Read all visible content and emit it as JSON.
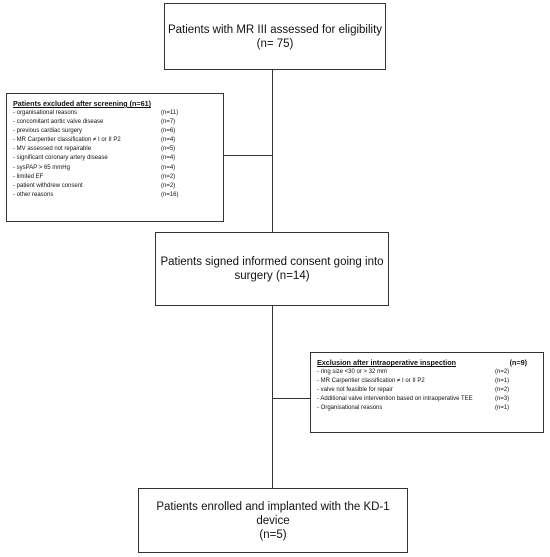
{
  "nodes": {
    "assessed": {
      "line1": "Patients with MR III assessed for eligibility",
      "line2": "(n= 75)"
    },
    "consent": {
      "line1": "Patients signed informed consent going into",
      "line2": "surgery (n=14)"
    },
    "enrolled": {
      "line1": "Patients enrolled and implanted with the KD-1 device",
      "line2": "(n=5)"
    }
  },
  "excluded_screening": {
    "title": "Patients excluded after screening (n=61)",
    "items": [
      {
        "label": "- organisational reasons",
        "count": "(n=11)"
      },
      {
        "label": "- concomitant aortic valve disease",
        "count": "(n=7)"
      },
      {
        "label": "- previous cardiac surgery",
        "count": "(n=6)"
      },
      {
        "label": "- MR Carpentier classification ≠ I or II P2",
        "count": "(n=4)"
      },
      {
        "label": "- MV assessed not repairable",
        "count": "(n=5)"
      },
      {
        "label": "- significant coronary artery disease",
        "count": "(n=4)"
      },
      {
        "label": "- sysPAP > 65 mmHg",
        "count": "(n=4)"
      },
      {
        "label": "- limited EF",
        "count": "(n=2)"
      },
      {
        "label": "- patient withdrew consent",
        "count": "(n=2)"
      },
      {
        "label": "- other reasons",
        "count": "(n=16)"
      }
    ]
  },
  "excluded_intraop": {
    "title": "Exclusion after intraoperative inspection",
    "title_count": "(n=9)",
    "items": [
      {
        "label": "- ring size <30 or > 32 mm",
        "count": "(n=2)"
      },
      {
        "label": "- MR Carpentier classification ≠ I or II P2",
        "count": "(n=1)"
      },
      {
        "label": "- valve not feasible for repair",
        "count": "(n=2)"
      },
      {
        "label": "- Additional valve intervention based on intraoperative TEE",
        "count": "(n=3)"
      },
      {
        "label": "- Organisational reasons",
        "count": "(n=1)"
      }
    ]
  }
}
